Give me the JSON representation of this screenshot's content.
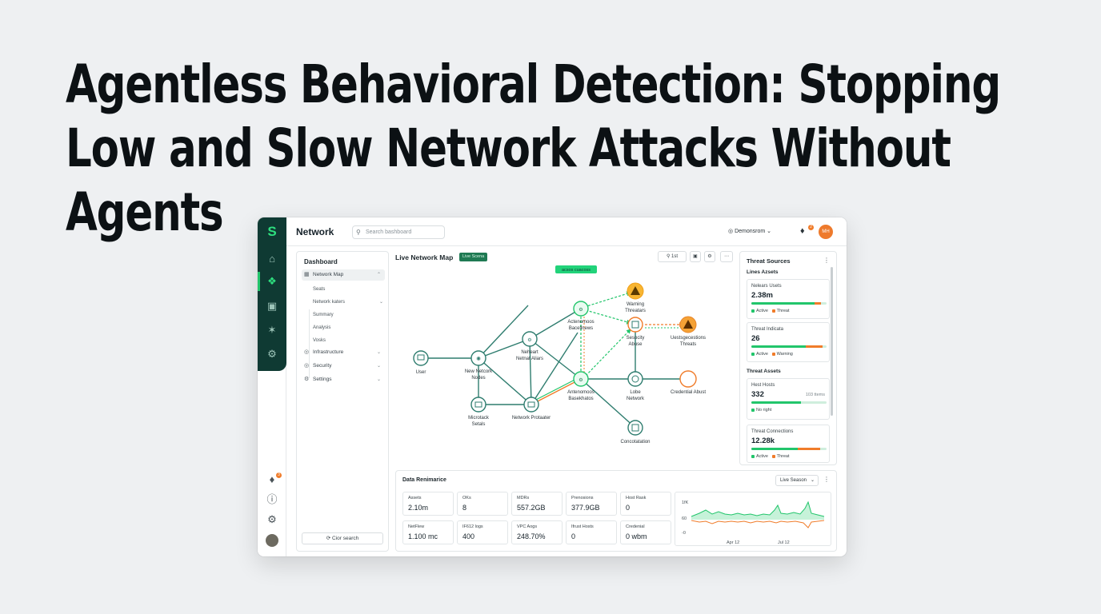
{
  "headline": "Agentless Behavioral Detection: Stopping Low and Slow Network Attacks Without Agents",
  "colors": {
    "brand_dark": "#0f3a33",
    "accent_green": "#22c56b",
    "threat_orange": "#f07c2a"
  },
  "rail": {
    "logo": "S",
    "icons": [
      "home-icon",
      "network-icon",
      "folder-icon",
      "bolt-icon",
      "gear-icon"
    ],
    "bottom_icons": [
      "bell-icon",
      "help-icon",
      "gear-icon",
      "avatar"
    ],
    "bell_badge": "3"
  },
  "topbar": {
    "title": "Network",
    "search_placeholder": "Search bashboard",
    "workspace": "Demonsrom",
    "notification_count": "2",
    "avatar_initials": "MH"
  },
  "sidebar": {
    "title": "Dashboard",
    "items": [
      {
        "label": "Network Map",
        "expanded": true
      },
      {
        "label": "Infrastructure"
      },
      {
        "label": "Security"
      },
      {
        "label": "Settings"
      }
    ],
    "subitems": [
      "Seats",
      "Network katers",
      "Summary",
      "Analysis",
      "Vosks"
    ],
    "clear_label": "Cior search"
  },
  "map": {
    "title": "Live Network Map",
    "badge": "Live Scena",
    "tool_zoom": "1st",
    "callout": "acsos cuacoss",
    "nodes": {
      "user": "User",
      "new_nodes_1": "New Netcork",
      "new_nodes_2": "Nodes",
      "netnet_1": "Neheart",
      "netnet_2": "Netnat Aliars",
      "auto_top_1": "Actenomoos",
      "auto_top_2": "Bacellnews",
      "warning_1": "Warning",
      "warning_2": "Threatars",
      "security_1": "Sesocity",
      "security_2": "Abuse",
      "unsup_1": "Uestsgecestions",
      "unsup_2": "Threats",
      "micro_1": "Microtack",
      "micro_2": "Setals",
      "protector": "Network Protaater",
      "auto_bot_1": "Antenomoos",
      "auto_bot_2": "Basekhatos",
      "lobe_1": "Lobe",
      "lobe_2": "Network",
      "credential": "Credential Abust",
      "consolidation": "Concotatation"
    }
  },
  "threat_panel": {
    "title": "Threat Sources",
    "section1": "Lines Azsets",
    "section2": "Threat Assets",
    "cards": [
      {
        "label": "Nelears Usets",
        "value": "2.38m",
        "side": "",
        "green": 0.84,
        "orange": 0.08,
        "legend": [
          "Active",
          "Threat"
        ]
      },
      {
        "label": "Threat Indicata",
        "value": "26",
        "side": "",
        "green": 0.72,
        "orange": 0.22,
        "legend": [
          "Active",
          "Warning"
        ]
      },
      {
        "label": "Hest Hosts",
        "value": "332",
        "side": "103 ttems",
        "green": 0.66,
        "orange": 0,
        "legend": [
          "No right"
        ]
      },
      {
        "label": "Threat Connections",
        "value": "12.28k",
        "side": "",
        "green": 0.62,
        "orange": 0.3,
        "legend": [
          "Active",
          "Threat"
        ]
      }
    ]
  },
  "data_panel": {
    "title": "Data Renimarice",
    "select": "Live Season",
    "metrics": [
      {
        "label": "Assets",
        "value": "2.10m"
      },
      {
        "label": "OKs",
        "value": "8"
      },
      {
        "label": "MDRs",
        "value": "557.2GB"
      },
      {
        "label": "Prenosions",
        "value": "377.9GB"
      },
      {
        "label": "Host Rask",
        "value": "0"
      },
      {
        "label": "NetFlew",
        "value": "1.100 mc"
      },
      {
        "label": "IF612 logs",
        "value": "400"
      },
      {
        "label": "VPC Aogs",
        "value": "248.70%"
      },
      {
        "label": "Ifrust Hosts",
        "value": "0"
      },
      {
        "label": "Credenial",
        "value": "0 wbm"
      }
    ],
    "spark": {
      "ytick_top": "1fK",
      "ytick_mid": "60",
      "ytick_bot": "-0",
      "xtick_1": "Apr 12",
      "xtick_2": "Jul 12"
    }
  }
}
